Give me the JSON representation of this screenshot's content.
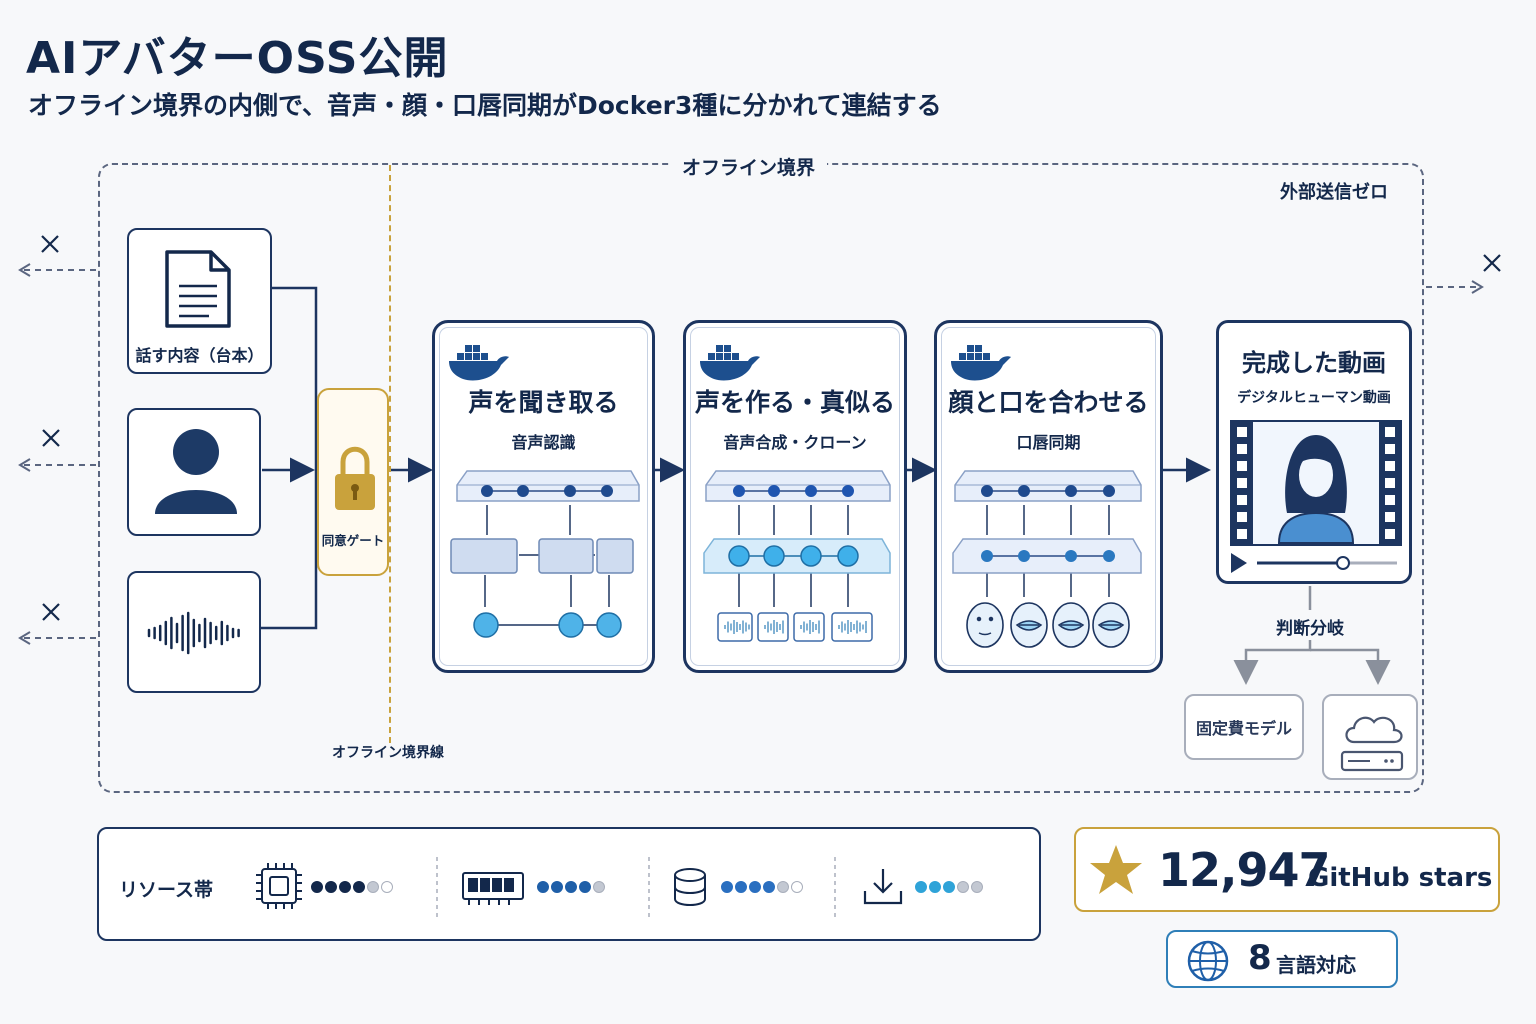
{
  "header": {
    "title": "AIアバターOSS公開",
    "subtitle": "オフライン境界の内側で、音声・顔・口唇同期がDocker3種に分かれて連結する"
  },
  "boundary": {
    "label": "オフライン境界",
    "zero_send_label": "外部送信ゼロ",
    "line_label": "オフライン境界線"
  },
  "inputs": {
    "script_label": "話す内容（台本）"
  },
  "gate": {
    "label": "同意ゲート"
  },
  "stages": [
    {
      "title": "声を聞き取る",
      "subtitle": "音声認識"
    },
    {
      "title": "声を作る・真似る",
      "subtitle": "音声合成・クローン"
    },
    {
      "title": "顔と口を合わせる",
      "subtitle": "口唇同期"
    }
  ],
  "output": {
    "title": "完成した動画",
    "subtitle": "デジタルヒューマン動画"
  },
  "branch": {
    "label": "判断分岐",
    "fixed_cost_label": "固定費モデル"
  },
  "resources": {
    "label": "リソース帯",
    "levels": [
      {
        "icon": "cpu-icon",
        "filled": 4,
        "total": 6
      },
      {
        "icon": "memory-icon",
        "filled": 4,
        "total": 5
      },
      {
        "icon": "storage-icon",
        "filled": 4,
        "total": 6
      },
      {
        "icon": "download-icon",
        "filled": 3,
        "total": 5
      }
    ]
  },
  "stats": {
    "stars_value": "12,947",
    "stars_label": "GitHub stars",
    "languages_value": "8",
    "languages_label": "言語対応"
  },
  "colors": {
    "navy": "#13284b",
    "gold": "#c9a23c",
    "blue": "#2f7fb8",
    "light_blue": "#4fb3e8"
  }
}
